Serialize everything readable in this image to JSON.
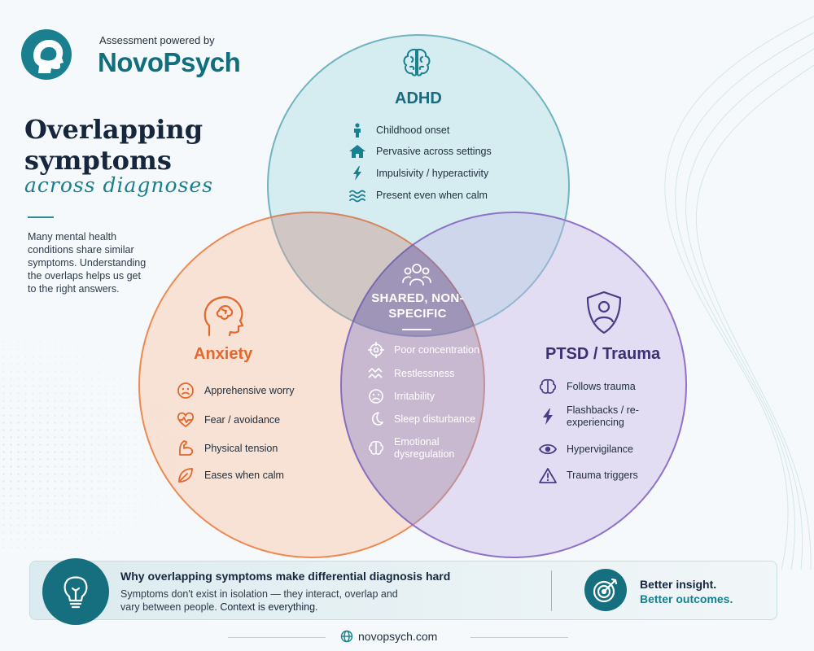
{
  "brand": {
    "powered_by": "Assessment powered by",
    "name": "NovoPsych",
    "logo_icon": "head-profile-logo-icon",
    "color": "#0f6f7d"
  },
  "heading": {
    "title": "Overlapping symptoms",
    "script": "across diagnoses",
    "description": "Many mental health conditions share similar symptoms. Understanding the overlaps helps us get to the right answers."
  },
  "sets": {
    "adhd": {
      "title": "ADHD",
      "icon": "brain-icon",
      "color": "#1a6b7e",
      "items": [
        {
          "icon": "child-icon",
          "label": "Childhood onset"
        },
        {
          "icon": "home-icon",
          "label": "Pervasive across settings"
        },
        {
          "icon": "lightning-icon",
          "label": "Impulsivity / hyperactivity"
        },
        {
          "icon": "waves-icon",
          "label": "Present even when calm"
        }
      ]
    },
    "anxiety": {
      "title": "Anxiety",
      "icon": "anxious-head-icon",
      "color": "#e2682c",
      "items": [
        {
          "icon": "worried-face-icon",
          "label": "Apprehensive worry"
        },
        {
          "icon": "heart-pulse-icon",
          "label": "Fear / avoidance"
        },
        {
          "icon": "flexed-arm-icon",
          "label": "Physical tension"
        },
        {
          "icon": "leaf-icon",
          "label": "Eases when calm"
        }
      ]
    },
    "ptsd": {
      "title": "PTSD / Trauma",
      "icon": "shield-person-icon",
      "color": "#3c2f74",
      "items": [
        {
          "icon": "brain-icon",
          "label": "Follows trauma"
        },
        {
          "icon": "lightning-icon",
          "label": "Flashbacks / re-experiencing"
        },
        {
          "icon": "eye-icon",
          "label": "Hypervigilance"
        },
        {
          "icon": "warning-icon",
          "label": "Trauma triggers"
        }
      ]
    },
    "shared": {
      "title": "SHARED, NON-SPECIFIC",
      "icon": "people-group-icon",
      "items": [
        {
          "icon": "target-icon",
          "label": "Poor concentration"
        },
        {
          "icon": "zigzag-icon",
          "label": "Restlessness"
        },
        {
          "icon": "frown-face-icon",
          "label": "Irritability"
        },
        {
          "icon": "moon-icon",
          "label": "Sleep disturbance"
        },
        {
          "icon": "brain-icon",
          "label": "Emotional dysregulation"
        }
      ]
    }
  },
  "footer": {
    "icon": "lightbulb-icon",
    "title": "Why overlapping symptoms make differential diagnosis hard",
    "text": "Symptoms don't exist in isolation — they interact, overlap and vary between people.",
    "text_emphasis": "Context is everything.",
    "insight_icon": "bullseye-target-icon",
    "insight_line1": "Better insight.",
    "insight_line2": "Better outcomes.",
    "url_icon": "globe-icon",
    "url": "novopsych.com"
  }
}
